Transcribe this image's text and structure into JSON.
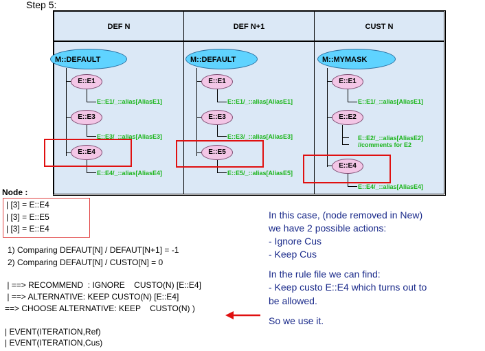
{
  "step_title": "Step 5:",
  "columns": [
    {
      "header": "DEF N",
      "mask": "M::DEFAULT",
      "elements": [
        {
          "name": "E::E1",
          "alias": "E::E1/_::alias[AliasE1]"
        },
        {
          "name": "E::E3",
          "alias": "E::E3/_::alias[AliasE3]"
        },
        {
          "name": "E::E4",
          "alias": "E::E4/_::alias[AliasE4]"
        }
      ]
    },
    {
      "header": "DEF N+1",
      "mask": "M::DEFAULT",
      "elements": [
        {
          "name": "E::E1",
          "alias": "E::E1/_::alias[AliasE1]"
        },
        {
          "name": "E::E3",
          "alias": "E::E3/_::alias[AliasE3]"
        },
        {
          "name": "E::E5",
          "alias": "E::E5/_::alias[AliasE5]"
        }
      ]
    },
    {
      "header": "CUST N",
      "mask": "M::MYMASK",
      "elements": [
        {
          "name": "E::E1",
          "alias": "E::E1/_::alias[AliasE1]"
        },
        {
          "name": "E::E2",
          "alias": "E::E2/_::alias[AliasE2]",
          "comment": "//comments for E2"
        },
        {
          "name": "E::E4",
          "alias": "E::E4/_::alias[AliasE4]"
        }
      ]
    }
  ],
  "node": {
    "label": "Node :",
    "lines": [
      "| [3] = E::E4",
      "| [3] = E::E5",
      "| [3] = E::E4"
    ]
  },
  "comparisons": [
    "1) Comparing DEFAUT[N] / DEFAUT[N+1] = -1",
    "2) Comparing DEFAUT[N] / CUSTO[N] = 0"
  ],
  "recommendations": [
    " | ==> RECOMMEND  : IGNORE    CUSTO(N) [E::E4]",
    " | ==> ALTERNATIVE: KEEP CUSTO(N) [E::E4]",
    "==> CHOOSE ALTERNATIVE: KEEP    CUSTO(N) )"
  ],
  "events": [
    "| EVENT(ITERATION,Ref)",
    "| EVENT(ITERATION,Cus)"
  ],
  "notes": {
    "case": [
      "In this case, (node  removed in New)",
      "we have 2 possible actions:",
      "- Ignore Cus",
      "- Keep Cus"
    ],
    "rule": [
      "In the rule file we can find:",
      "- Keep custo E::E4 which turns out to",
      "be allowed."
    ],
    "conclusion": "So we use it."
  },
  "colors": {
    "header_bg": "#dbe8f6",
    "mask_oval": "#5fd3ff",
    "element_oval": "#f3c6e6",
    "alias_text": "#1bb51b",
    "highlight": "#e01010",
    "note_text": "#1a2a8a"
  }
}
